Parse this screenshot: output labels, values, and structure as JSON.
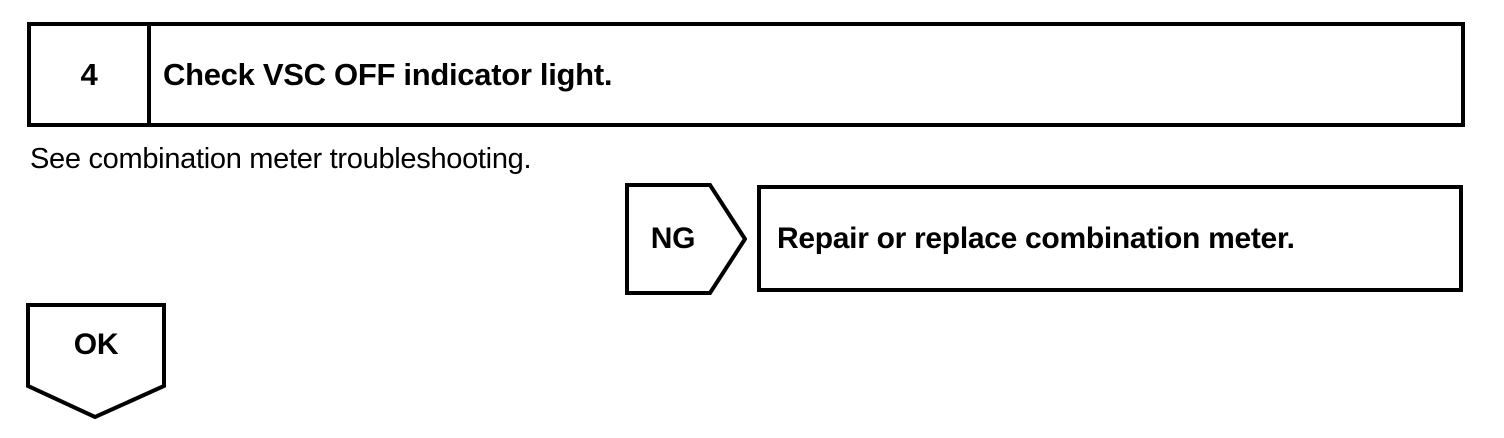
{
  "page": {
    "background_color": "#ffffff",
    "ink_color": "#000000"
  },
  "step_box": {
    "number": "4",
    "title": "Check VSC OFF indicator light."
  },
  "note": {
    "text": "See combination meter troubleshooting."
  },
  "ng_branch": {
    "label": "NG",
    "action": "Repair or replace combination meter."
  },
  "ok_branch": {
    "label": "OK"
  }
}
